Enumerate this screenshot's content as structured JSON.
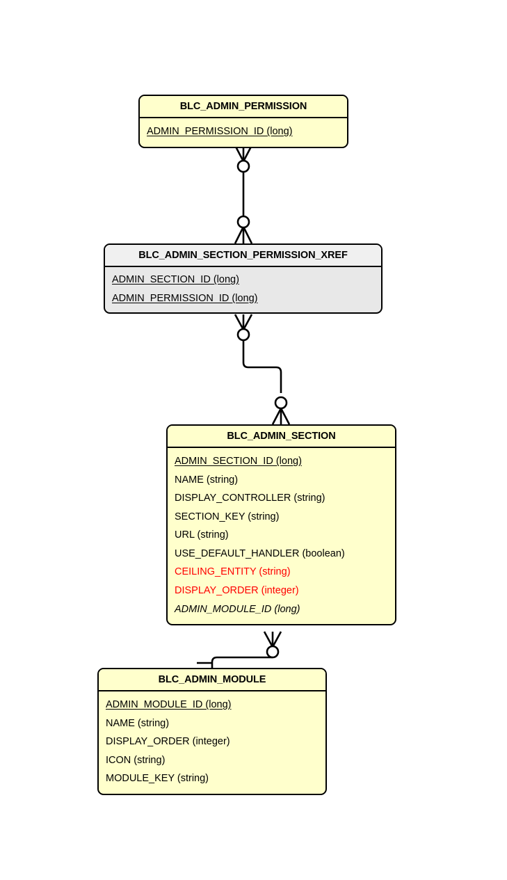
{
  "diagram": {
    "type": "entity-relationship-diagram",
    "notation": "crows-foot",
    "colors": {
      "entity_fill": "#ffffcc",
      "xref_fill": "#e8e8e8",
      "xref_header_fill": "#f0f0f0",
      "border": "#000000",
      "text": "#000000",
      "highlight_text": "#ff0000",
      "background": "#ffffff"
    },
    "entities": [
      {
        "name": "BLC_ADMIN_PERMISSION",
        "fill": "yellow",
        "fields": [
          {
            "label": "ADMIN_PERMISSION_ID (long)",
            "key": "pk",
            "style": "underline",
            "color": "#000000"
          }
        ]
      },
      {
        "name": "BLC_ADMIN_SECTION_PERMISSION_XREF",
        "fill": "gray",
        "fields": [
          {
            "label": "ADMIN_SECTION_ID (long)",
            "key": "pk",
            "style": "underline",
            "color": "#000000"
          },
          {
            "label": "ADMIN_PERMISSION_ID (long)",
            "key": "pk",
            "style": "underline",
            "color": "#000000"
          }
        ]
      },
      {
        "name": "BLC_ADMIN_SECTION",
        "fill": "yellow",
        "fields": [
          {
            "label": "ADMIN_SECTION_ID (long)",
            "key": "pk",
            "style": "underline",
            "color": "#000000"
          },
          {
            "label": "NAME (string)",
            "key": "",
            "style": "normal",
            "color": "#000000"
          },
          {
            "label": "DISPLAY_CONTROLLER (string)",
            "key": "",
            "style": "normal",
            "color": "#000000"
          },
          {
            "label": "SECTION_KEY (string)",
            "key": "",
            "style": "normal",
            "color": "#000000"
          },
          {
            "label": "URL (string)",
            "key": "",
            "style": "normal",
            "color": "#000000"
          },
          {
            "label": "USE_DEFAULT_HANDLER (boolean)",
            "key": "",
            "style": "normal",
            "color": "#000000"
          },
          {
            "label": "CEILING_ENTITY (string)",
            "key": "",
            "style": "highlight",
            "color": "#ff0000"
          },
          {
            "label": "DISPLAY_ORDER (integer)",
            "key": "",
            "style": "highlight",
            "color": "#ff0000"
          },
          {
            "label": "ADMIN_MODULE_ID (long)",
            "key": "fk",
            "style": "italic",
            "color": "#000000"
          }
        ]
      },
      {
        "name": "BLC_ADMIN_MODULE",
        "fill": "yellow",
        "fields": [
          {
            "label": "ADMIN_MODULE_ID (long)",
            "key": "pk",
            "style": "underline",
            "color": "#000000"
          },
          {
            "label": "NAME (string)",
            "key": "",
            "style": "normal",
            "color": "#000000"
          },
          {
            "label": "DISPLAY_ORDER (integer)",
            "key": "",
            "style": "normal",
            "color": "#000000"
          },
          {
            "label": "ICON (string)",
            "key": "",
            "style": "normal",
            "color": "#000000"
          },
          {
            "label": "MODULE_KEY (string)",
            "key": "",
            "style": "normal",
            "color": "#000000"
          }
        ]
      }
    ],
    "relationships": [
      {
        "from": "BLC_ADMIN_PERMISSION",
        "to": "BLC_ADMIN_SECTION_PERMISSION_XREF",
        "from_cardinality": "zero-or-many",
        "to_cardinality": "zero-or-many"
      },
      {
        "from": "BLC_ADMIN_SECTION_PERMISSION_XREF",
        "to": "BLC_ADMIN_SECTION",
        "from_cardinality": "zero-or-many",
        "to_cardinality": "zero-or-many"
      },
      {
        "from": "BLC_ADMIN_SECTION",
        "to": "BLC_ADMIN_MODULE",
        "from_cardinality": "zero-or-many",
        "to_cardinality": "one"
      }
    ]
  }
}
